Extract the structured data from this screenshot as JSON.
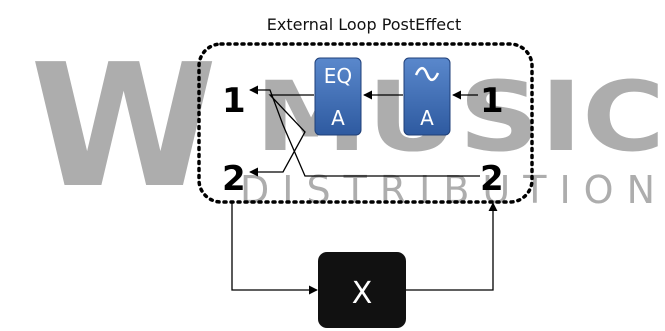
{
  "watermark": {
    "logo_letter": "W",
    "word": "MUSIC",
    "subword": "DISTRIBUTION",
    "color": "#a6a6a6"
  },
  "diagram": {
    "title": "External Loop PostEffect",
    "ports_left": [
      "1",
      "2"
    ],
    "ports_right": [
      "1",
      "2"
    ],
    "eq_block": {
      "top_label": "EQ",
      "bottom_label": "A",
      "color": "#3a68b0"
    },
    "filter_block": {
      "icon": "wave-icon",
      "bottom_label": "A",
      "color": "#3a68b0"
    },
    "external_block": {
      "label": "X",
      "color": "#111111"
    }
  }
}
